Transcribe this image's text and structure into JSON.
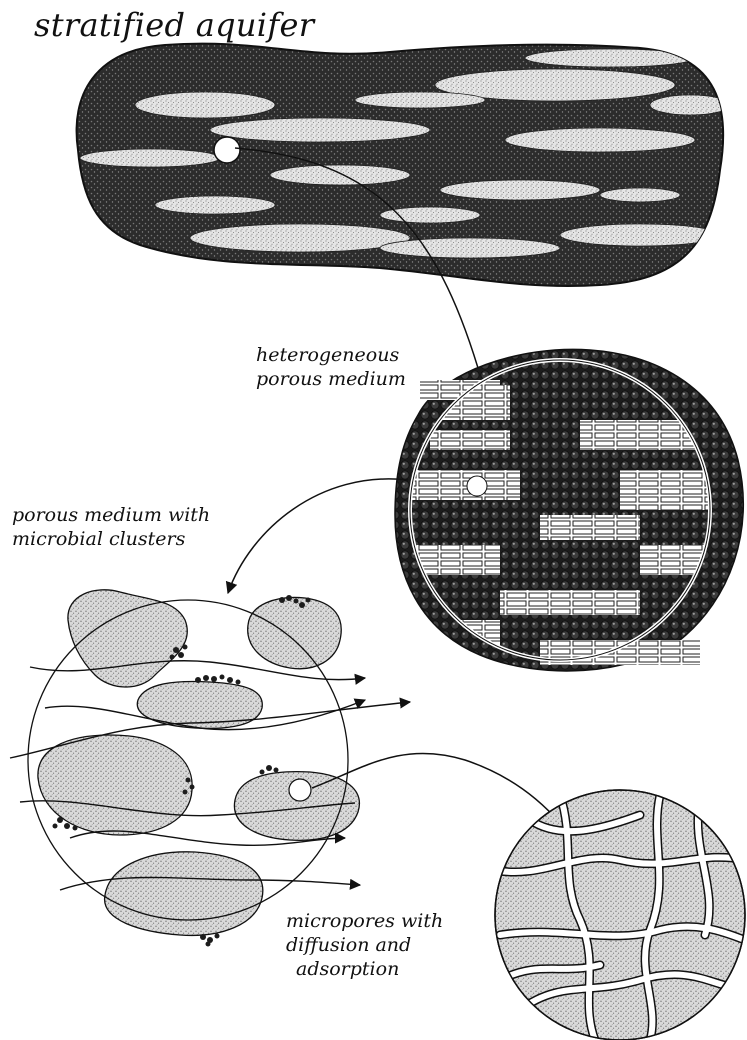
{
  "title": "stratified aquifer",
  "labels": {
    "heterogeneous": [
      "heterogeneous",
      "porous medium"
    ],
    "porous_microbial": [
      "porous medium with",
      "microbial clusters"
    ],
    "micropores": [
      "micropores with",
      "diffusion and",
      "adsorption"
    ]
  },
  "colors": {
    "ink": "#111111",
    "paper": "#ffffff",
    "dark_stipple": "#2a2a2a",
    "light_stipple": "#d8d8d8"
  },
  "icon_names": [
    "stratified-aquifer-illustration",
    "heterogeneous-medium-illustration",
    "grain-cluster-illustration",
    "micropore-illustration",
    "zoom-arrow"
  ]
}
